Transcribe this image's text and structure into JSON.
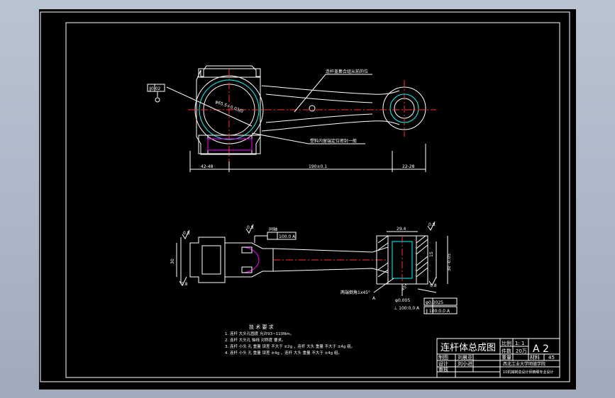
{
  "drawing": {
    "colors": {
      "background": "#000000",
      "line": "#ffffff",
      "accent_cyan": "#00ffff",
      "accent_magenta": "#ff00ff",
      "centerline": "#ff3030",
      "hatch": "#ffffff",
      "app_background": "#aab6c6"
    },
    "top_view": {
      "callout_top_right": "连杆盖集合组从前的位",
      "callout_bottom": "塑料内留端定位密封一般",
      "bore_label": "φ65.5+0.03/0",
      "tolerance_box": "∥0.02",
      "datum_symbol": "⌀",
      "dim_left": "42-48",
      "dim_center": "190±0.1",
      "dim_right": "22-28"
    },
    "side_view": {
      "roughness_left_top": "0.8",
      "roughness_left_bottom": "0.8",
      "roughness_mid": "0.8",
      "roughness_right_top": "0.8",
      "roughness_right_bottom": "0.8",
      "tol_top_left": "同轴",
      "tol_top_right": "100.0 A",
      "dim_width": "29.4",
      "dim_side_right": "15",
      "dim_vertical_right": "30 -0.05",
      "dim_left_vertical": "30",
      "note_chamfer": "两端倒角1x45°",
      "angle": "45°",
      "tol_box_1": "φ0.005",
      "tol_box_2": "⊥ 100:0.0 A",
      "tol_box_3": "φ0.0025",
      "tol_box_4": "∥ 100:0.0 A",
      "datum_a": "A"
    },
    "tech_requirements": {
      "title": "技 术 要 求",
      "items": [
        "1. 连杆 大头孔圆度 允许93~110Nm。",
        "2. 连杆 大头孔 轴线 对称度 要求。",
        "3. 连杆 小头 孔 重量 误差 不大于 ±2g ，连杆 大头 重量 不大于 ±4g 组。",
        "4. 连杆 小头 孔 重量 误差 ±4g ，连杆 大头 重量 不大于 ±4g 组。"
      ]
    },
    "title_block": {
      "title": "连杆体总成图",
      "label_scale": "比例",
      "scale_value": "1: 1",
      "label_qty": "件数",
      "qty_value": "20万",
      "sheet_size": "A 2",
      "label_weight": "重量",
      "label_material": "材料",
      "material_value": "45",
      "label_drawn": "制图",
      "drawn_name": "刘晨亚",
      "label_designed": "设计",
      "designed_name": "刘小进",
      "label_checked": "审核",
      "school": "西北工业大学明德学院",
      "project": "10机械制造设计师精细专业设计"
    }
  }
}
